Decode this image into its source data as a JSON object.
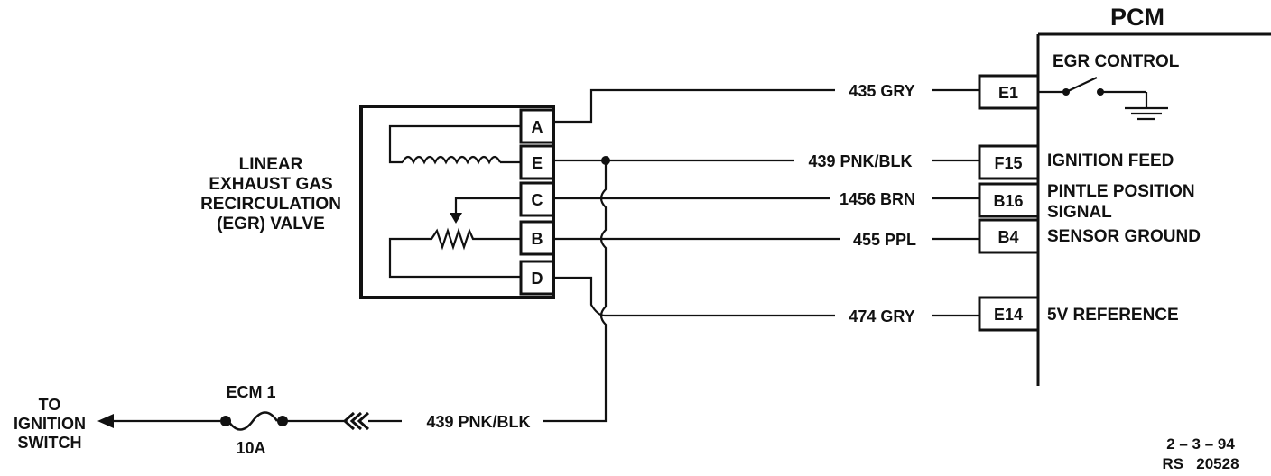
{
  "pcm": {
    "title": "PCM",
    "functions": {
      "egr_control": "EGR CONTROL",
      "ignition_feed": "IGNITION FEED",
      "pintle_position_1": "PINTLE POSITION",
      "pintle_position_2": "SIGNAL",
      "sensor_ground": "SENSOR GROUND",
      "five_v_reference": "5V REFERENCE"
    },
    "pins": {
      "e1": "E1",
      "f15": "F15",
      "b16": "B16",
      "b4": "B4",
      "e14": "E14"
    }
  },
  "valve": {
    "name_lines": [
      "LINEAR",
      "EXHAUST GAS",
      "RECIRCULATION",
      "(EGR) VALVE"
    ],
    "terminals": [
      "A",
      "E",
      "C",
      "B",
      "D"
    ]
  },
  "wires": {
    "a": "435 GRY",
    "e": "439 PNK/BLK",
    "c": "1456 BRN",
    "b": "455 PPL",
    "d": "474 GRY",
    "feed": "439 PNK/BLK"
  },
  "fuse": {
    "name": "ECM 1",
    "rating": "10A"
  },
  "destination": {
    "lines": [
      "TO",
      "IGNITION",
      "SWITCH"
    ]
  },
  "footer": {
    "date": "2 – 3 – 94",
    "ref": "RS   20528"
  }
}
